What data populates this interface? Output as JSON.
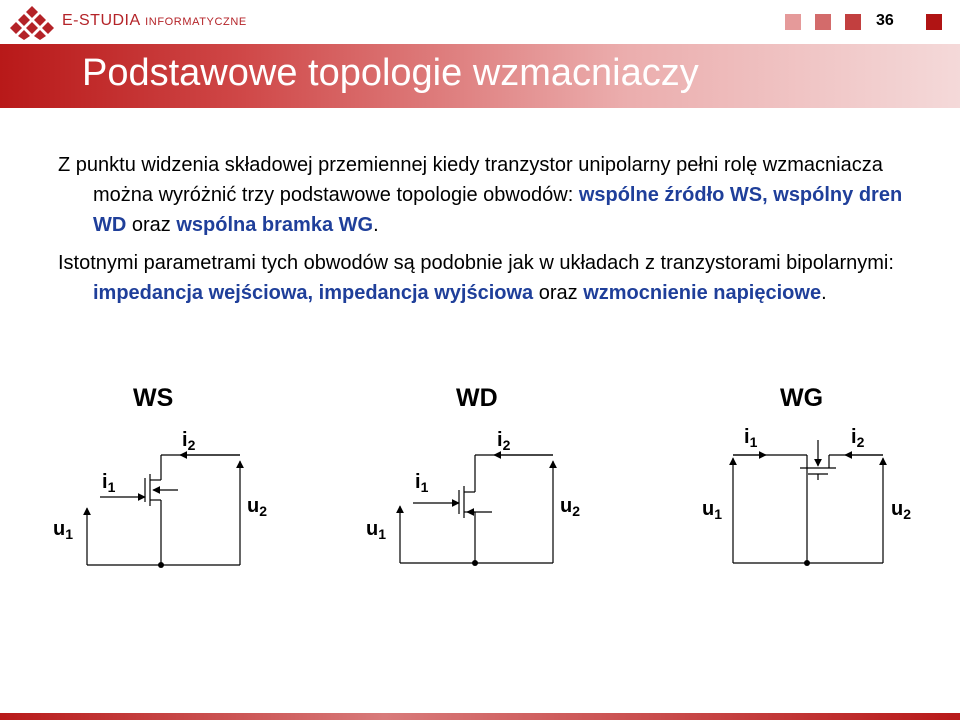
{
  "header": {
    "logo_text_main": "E-STUDIA",
    "logo_text_sub": "INFORMATYCZNE",
    "page_number": "36",
    "squares": [
      "#e59a9a",
      "#d36b6b",
      "#c23f3f",
      "#b01414"
    ]
  },
  "title": "Podstawowe topologie wzmacniaczy",
  "paragraphs": [
    {
      "parts": [
        {
          "text": "Z punktu widzenia składowej przemiennej kiedy tranzystor unipolarny pełni rolę wzmacniacza można wyróżnić trzy podstawowe topologie obwodów: ",
          "style": "normal"
        },
        {
          "text": "wspólne źródło WS, wspólny dren WD",
          "style": "hl"
        },
        {
          "text": " oraz  ",
          "style": "normal"
        },
        {
          "text": "wspólna bramka WG",
          "style": "hl"
        },
        {
          "text": ".",
          "style": "normal"
        }
      ]
    },
    {
      "parts": [
        {
          "text": "Istotnymi parametrami tych obwodów są podobnie jak w układach z tranzystorami bipolarnymi: ",
          "style": "normal"
        },
        {
          "text": "impedancja wejściowa, impedancja wyjściowa",
          "style": "hl"
        },
        {
          "text": " oraz  ",
          "style": "normal"
        },
        {
          "text": "wzmocnienie napięciowe",
          "style": "hl"
        },
        {
          "text": ".",
          "style": "normal"
        }
      ]
    }
  ],
  "circuits": [
    {
      "label": "WS",
      "i1": "i",
      "i1_sub": "1",
      "i2": "i",
      "i2_sub": "2",
      "u1": "u",
      "u1_sub": "1",
      "u2": "u",
      "u2_sub": "2"
    },
    {
      "label": "WD",
      "i1": "i",
      "i1_sub": "1",
      "i2": "i",
      "i2_sub": "2",
      "u1": "u",
      "u1_sub": "1",
      "u2": "u",
      "u2_sub": "2"
    },
    {
      "label": "WG",
      "i1": "i",
      "i1_sub": "1",
      "i2": "i",
      "i2_sub": "2",
      "u1": "u",
      "u1_sub": "1",
      "u2": "u",
      "u2_sub": "2"
    }
  ],
  "colors": {
    "accent": "#b42328",
    "highlight_text": "#1f3f9a"
  }
}
